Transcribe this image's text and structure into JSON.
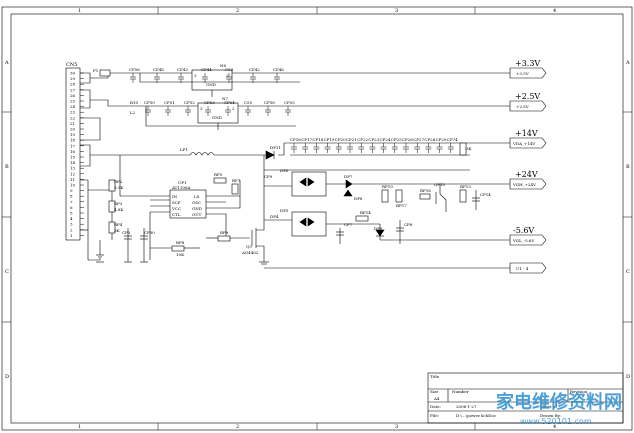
{
  "frame": {
    "col_labels": [
      "1",
      "2",
      "3",
      "4"
    ],
    "row_labels": [
      "A",
      "B",
      "C",
      "D"
    ]
  },
  "connector": {
    "ref": "CN5",
    "pins": [
      "30",
      "29",
      "28",
      "27",
      "26",
      "25",
      "24",
      "23",
      "22",
      "21",
      "20",
      "19",
      "18",
      "17",
      "16",
      "15",
      "14",
      "13",
      "12",
      "11",
      "10",
      "9",
      "8",
      "7",
      "6",
      "5",
      "4",
      "3",
      "2",
      "1"
    ]
  },
  "rails": [
    {
      "id": "v33",
      "label": "+3.3V",
      "tag": "+3.3V"
    },
    {
      "id": "v25",
      "label": "+2.5V",
      "tag": "+2.5V"
    },
    {
      "id": "v14",
      "label": "+14V",
      "tag": "VDA_+14V"
    },
    {
      "id": "v24",
      "label": "+24V",
      "tag": "VGH_+24V"
    },
    {
      "id": "vm56",
      "label": "-5.6V",
      "tag": "VGL_-5.6V"
    },
    {
      "id": "i2c",
      "label": "",
      "tag": "U1 - 4"
    }
  ],
  "parts": {
    "n8": {
      "ref": "N8",
      "pin3": "3",
      "pin2": "2",
      "gnd": "GND"
    },
    "n7": {
      "ref": "N7",
      "pin3": "3",
      "pin2": "2",
      "gnd": "GND"
    },
    "up1": {
      "ref": "UP1",
      "name": "AT1106A",
      "pins_left": [
        "IN",
        "SCP",
        "VCC",
        "CTL"
      ],
      "pins_right": [
        "LX",
        "OSC",
        "GND",
        "OUT"
      ]
    },
    "q3": {
      "ref": "Q3",
      "name": "AO4402"
    },
    "lp1": "LP1",
    "dp11": "DP11",
    "f1": "F1",
    "r10": "R10",
    "l2": "L2"
  },
  "labels": {
    "row1": [
      "CP56",
      "CP48",
      "CP43",
      "CP44",
      "C53",
      "CP42",
      "CP46"
    ],
    "row2": [
      "CP50",
      "CP51",
      "CP52",
      "CP53",
      "CP54",
      "C55",
      "CP58",
      "CP55"
    ],
    "row3": [
      "CP16",
      "CP17",
      "CP18",
      "CP19",
      "CP20",
      "CP21",
      "CP22",
      "CP23",
      "CP24",
      "CP25",
      "CP26",
      "CP27",
      "CP28",
      "CP29",
      "CP74"
    ],
    "misc": [
      "RP2",
      "3.9K",
      "RP3",
      "4.8K",
      "RP4",
      "3K",
      "CP3",
      "CP30",
      "RP8",
      "RP9",
      "RP5",
      "RP7",
      "CP1",
      "CP2",
      "CP4",
      "CP5",
      "CP6",
      "CP7",
      "CP8",
      "CP9",
      "DP4",
      "DP5",
      "DP6",
      "DP7",
      "DP8",
      "DP9",
      "RP14",
      "RP17",
      "RP18",
      "RP19",
      "RP13",
      "QP10",
      "RP10",
      "RP11",
      "CP12",
      "CP13",
      "CP14",
      "RP15",
      "10K",
      "47K",
      "3K"
    ]
  },
  "title_block": {
    "title_label": "Title",
    "size_label": "Size",
    "size_value": "A4",
    "number_label": "Number",
    "revision_label": "Revision",
    "date_label": "Date:",
    "date_value": "2006-1-27",
    "file_label": "File:",
    "file_value": "D:\\...\\power.SchDoc",
    "sheet_label": "Sheet of",
    "drawn_label": "Drawn By:"
  },
  "watermark": {
    "text": "家电维修资料网",
    "url": "www.520101.com"
  }
}
